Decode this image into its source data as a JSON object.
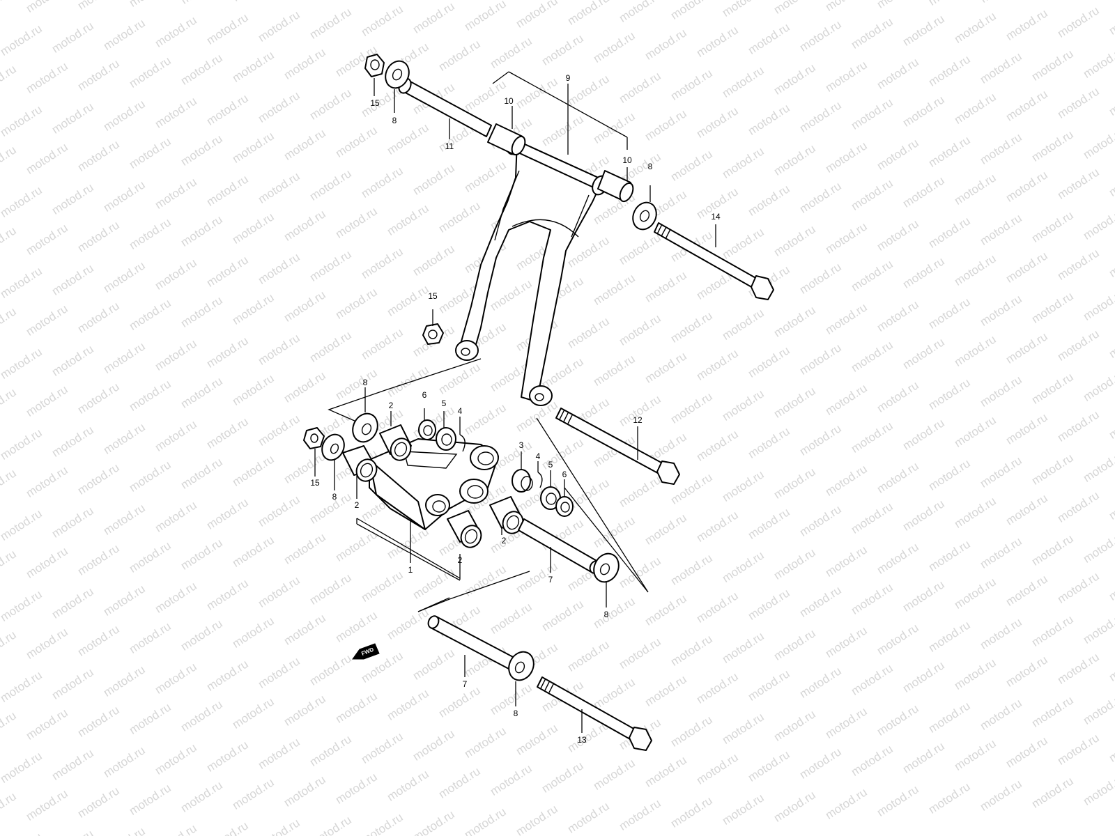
{
  "watermark": {
    "text": "motod.ru",
    "color": "#d6d6d6"
  },
  "fwd_label": "FWD",
  "callouts": {
    "c1": "1",
    "c2a": "2",
    "c2b": "2",
    "c2c": "2",
    "c2d": "2",
    "c3": "3",
    "c4a": "4",
    "c4b": "4",
    "c5a": "5",
    "c5b": "5",
    "c6a": "6",
    "c6b": "6",
    "c7a": "7",
    "c7b": "7",
    "c8a": "8",
    "c8b": "8",
    "c8c": "8",
    "c8d": "8",
    "c8e": "8",
    "c9": "9",
    "c10a": "10",
    "c10b": "10",
    "c11": "11",
    "c12": "12",
    "c13": "13",
    "c14": "14",
    "c15a": "15",
    "c15b": "15",
    "c15c": "15"
  }
}
